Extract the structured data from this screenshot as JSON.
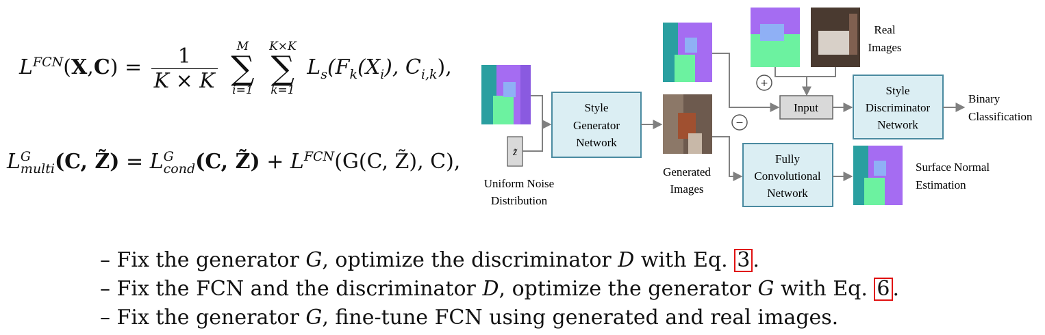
{
  "equations": {
    "fcn_loss": {
      "lhs_L": "L",
      "lhs_sup": "FCN",
      "lhs_args_open": "(",
      "lhs_X": "X",
      "lhs_comma": ",",
      "lhs_C": "C",
      "lhs_args_close": ")",
      "equals": "=",
      "frac_num": "1",
      "frac_den": "K × K",
      "sum1_top": "M",
      "sum1_bot": "i=1",
      "sum2_top": "K×K",
      "sum2_bot": "k=1",
      "sigma": "∑",
      "rhs": "L",
      "rhs_sub": "s",
      "rhs_args": "(F",
      "rhs_fk_sub": "k",
      "rhs_xi": "(X",
      "rhs_xi_sub": "i",
      "rhs_mid": "), C",
      "rhs_c_sub": "i,k",
      "rhs_end": "),"
    },
    "multi_loss": {
      "L1": "L",
      "L1_sup": "G",
      "L1_sub": "multi",
      "args1": "(C, Z̃)",
      "equals": "=",
      "L2": "L",
      "L2_sup": "G",
      "L2_sub": "cond",
      "args2": "(C, Z̃)",
      "plus": "+",
      "L3": "L",
      "L3_sup": "FCN",
      "args3": "(G(C, Z̃), C),"
    }
  },
  "diagram": {
    "noise_symbol": "z̃",
    "uniform_noise_line1": "Uniform Noise",
    "uniform_noise_line2": "Distribution",
    "style_generator_line1": "Style",
    "style_generator_line2": "Generator",
    "style_generator_line3": "Network",
    "generated_line1": "Generated",
    "generated_line2": "Images",
    "real_line1": "Real",
    "real_line2": "Images",
    "plus_sign": "+",
    "minus_sign": "−",
    "input_label": "Input",
    "style_disc_line1": "Style",
    "style_disc_line2": "Discriminator",
    "style_disc_line3": "Network",
    "binary_line1": "Binary",
    "binary_line2": "Classification",
    "fcn_line1": "Fully",
    "fcn_line2": "Convolutional",
    "fcn_line3": "Network",
    "surface_line1": "Surface Normal",
    "surface_line2": "Estimation",
    "colors": {
      "box_fill": "#dbeef3",
      "box_stroke": "#4a8aa0",
      "input_fill": "#d9d9d9",
      "arrow": "#808080",
      "normal_purple": "#a56cf2",
      "normal_green": "#6cf2a0",
      "normal_teal": "#2a9fa0",
      "ref_box": "#e01010"
    }
  },
  "bullets": [
    {
      "dash": "–",
      "pre": "Fix the generator ",
      "v1": "G",
      "mid": ", optimize the discriminator ",
      "v2": "D",
      "post": " with Eq. ",
      "ref": "3",
      "end": "."
    },
    {
      "dash": "–",
      "pre": "Fix the FCN and the discriminator ",
      "v1": "D",
      "mid": ", optimize the generator ",
      "v2": "G",
      "post": " with Eq. ",
      "ref": "6",
      "end": "."
    },
    {
      "dash": "–",
      "pre": "Fix the generator ",
      "v1": "G",
      "mid": ", fine-tune FCN using generated and real images.",
      "v2": "",
      "post": "",
      "ref": "",
      "end": ""
    }
  ]
}
